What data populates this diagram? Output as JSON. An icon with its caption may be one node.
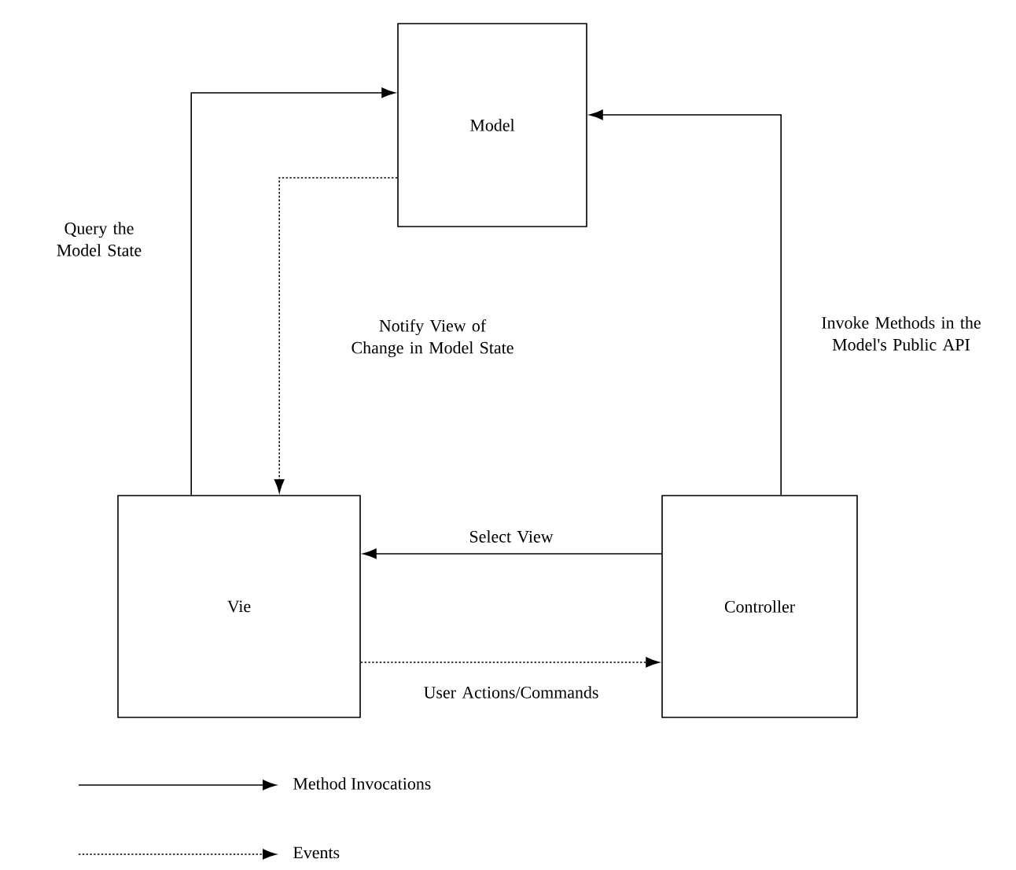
{
  "diagram": {
    "nodes": [
      {
        "text": [
          "Model"
        ]
      },
      {
        "text": [
          "Vie"
        ]
      },
      {
        "text": [
          "Controller"
        ]
      }
    ],
    "edges": [
      {
        "from": 1,
        "to": 0,
        "arrow": "to",
        "label": "Query the Model State"
      },
      {
        "from": 0,
        "to": 1,
        "arrow": "to",
        "style": "dashed",
        "label": "Notify View of Change in Model State"
      },
      {
        "from": 2,
        "to": 0,
        "arrow": "to",
        "label": "Invoke Methods in the Model's Public API"
      },
      {
        "from": 2,
        "to": 1,
        "arrow": "to",
        "label": "Select View"
      },
      {
        "from": 1,
        "to": 2,
        "arrow": "to",
        "style": "dashed",
        "label": "User Actions/Commands"
      }
    ],
    "legend": [
      {
        "text": "Method Invocations"
      },
      {
        "text": "Events"
      }
    ]
  }
}
